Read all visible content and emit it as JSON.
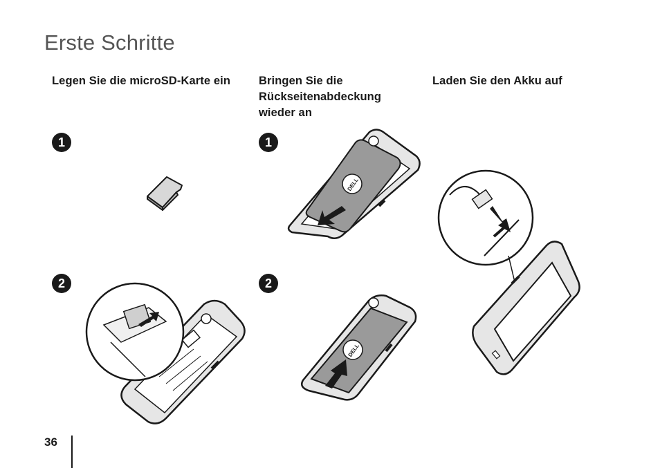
{
  "page": {
    "title": "Erste Schritte",
    "number": "36"
  },
  "columns": [
    {
      "heading_lines": [
        "Legen Sie die microSD-Karte ein"
      ]
    },
    {
      "heading_lines": [
        "Bringen Sie die",
        "Rückseitenabdeckung",
        "wieder an"
      ]
    },
    {
      "heading_lines": [
        "Laden Sie den Akku auf"
      ]
    }
  ],
  "steps": {
    "one": "1",
    "two": "2"
  },
  "logo_text": "DELL",
  "colors": {
    "title": "#555555",
    "text": "#1a1a1a",
    "cover_gray": "#9a9a9a",
    "device_light": "#e6e6e6"
  }
}
